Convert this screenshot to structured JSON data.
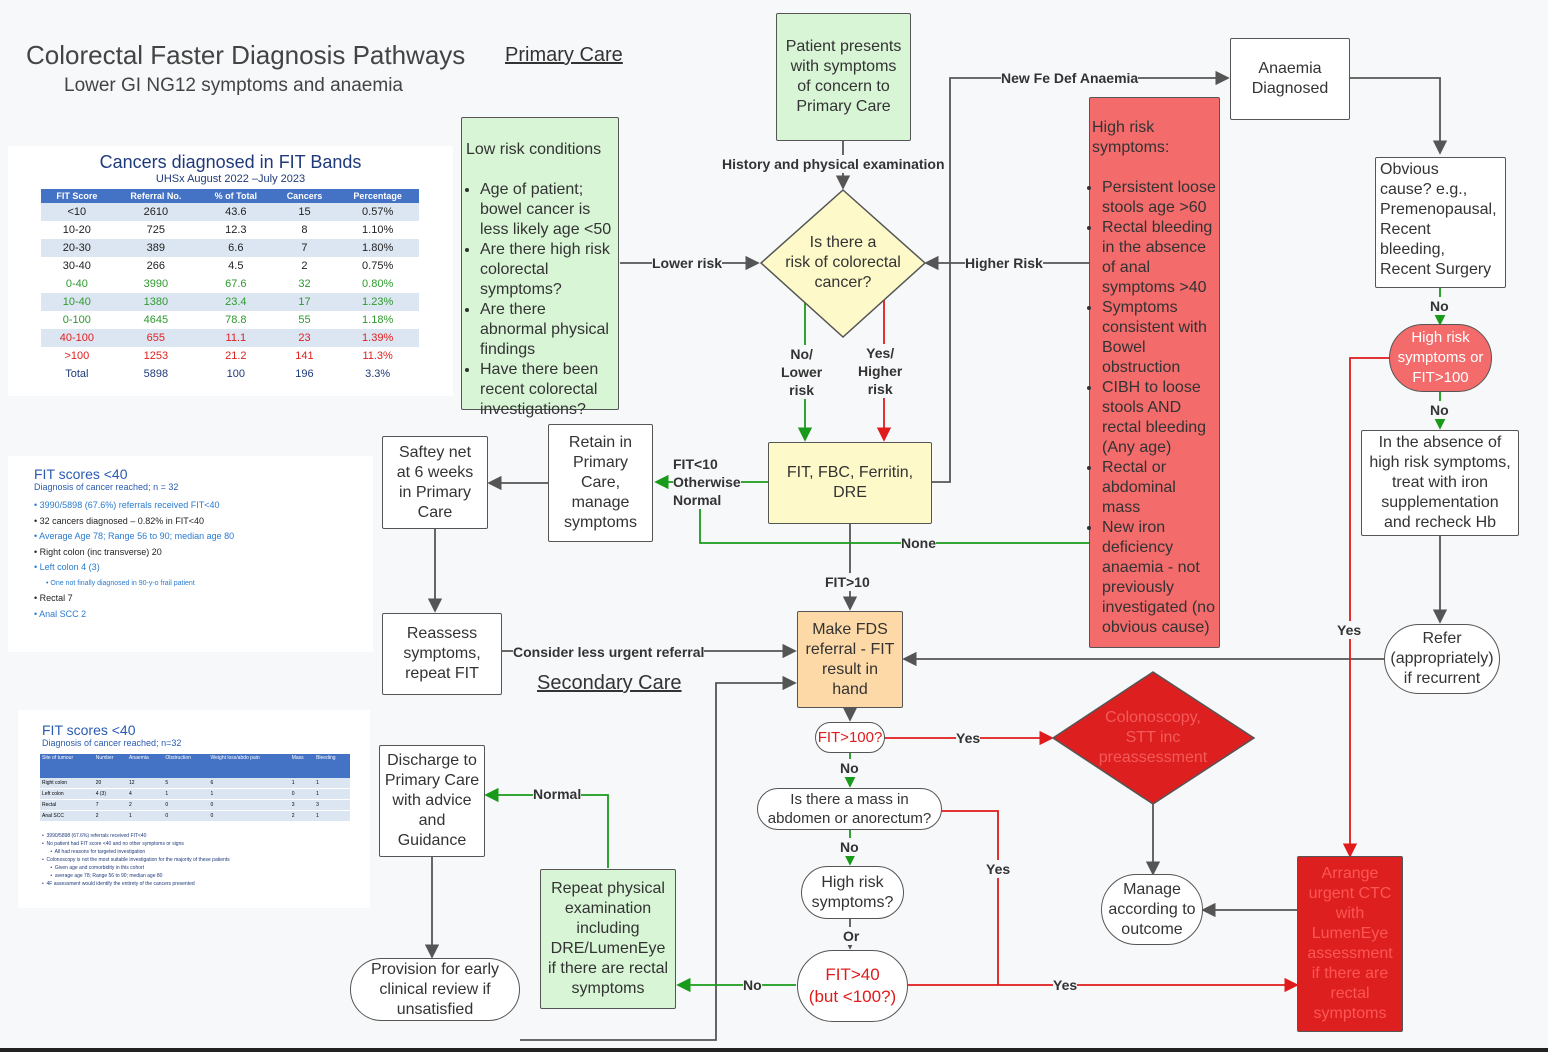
{
  "header": {
    "title": "Colorectal Faster Diagnosis Pathways",
    "subtitle": "Lower GI NG12 symptoms and anaemia",
    "primary_care": "Primary Care",
    "secondary_care": "Secondary Care"
  },
  "fit_table": {
    "title": "Cancers diagnosed in FIT Bands",
    "subtitle": "UHSx August 2022 –July 2023",
    "headers": [
      "FIT Score",
      "Referral No.",
      "% of Total",
      "Cancers",
      "Percentage"
    ],
    "rows": [
      {
        "cells": [
          "<10",
          "2610",
          "43.6",
          "15",
          "0.57%"
        ],
        "color": "#222222"
      },
      {
        "cells": [
          "10-20",
          "725",
          "12.3",
          "8",
          "1.10%"
        ],
        "color": "#222222"
      },
      {
        "cells": [
          "20-30",
          "389",
          "6.6",
          "7",
          "1.80%"
        ],
        "color": "#222222"
      },
      {
        "cells": [
          "30-40",
          "266",
          "4.5",
          "2",
          "0.75%"
        ],
        "color": "#222222"
      },
      {
        "cells": [
          "0-40",
          "3990",
          "67.6",
          "32",
          "0.80%"
        ],
        "color": "#2e9a2e"
      },
      {
        "cells": [
          "10-40",
          "1380",
          "23.4",
          "17",
          "1.23%"
        ],
        "color": "#2e9a2e"
      },
      {
        "cells": [
          "0-100",
          "4645",
          "78.8",
          "55",
          "1.18%"
        ],
        "color": "#2e9a2e"
      },
      {
        "cells": [
          "40-100",
          "655",
          "11.1",
          "23",
          "1.39%"
        ],
        "color": "#e02020"
      },
      {
        "cells": [
          ">100",
          "1253",
          "21.2",
          "141",
          "11.3%"
        ],
        "color": "#e02020"
      },
      {
        "cells": [
          "Total",
          "5898",
          "100",
          "196",
          "3.3%"
        ],
        "color": "#1f3a7a"
      }
    ]
  },
  "fit40_summary": {
    "title": "FIT scores <40",
    "subtitle": "Diagnosis of cancer reached; n = 32",
    "bullets": [
      {
        "text": "• 3990/5898 (67.6%) referrals received FIT<40",
        "dark": false,
        "indent": false
      },
      {
        "text": "• 32 cancers diagnosed – 0.82% in FIT<40",
        "dark": true,
        "indent": false
      },
      {
        "text": "• Average Age 78; Range 56 to 90; median age 80",
        "dark": false,
        "indent": false
      },
      {
        "text": "• Right colon (inc transverse) 20",
        "dark": true,
        "indent": false
      },
      {
        "text": "• Left colon 4 (3)",
        "dark": false,
        "indent": false
      },
      {
        "text": "• One not finally diagnosed in 90-y-o frail patient",
        "dark": false,
        "indent": true
      },
      {
        "text": "• Rectal 7",
        "dark": true,
        "indent": false
      },
      {
        "text": "• Anal SCC 2",
        "dark": false,
        "indent": false
      }
    ]
  },
  "fit40_table": {
    "title": "FIT scores <40",
    "subtitle": "Diagnosis of cancer reached; n=32",
    "headers": [
      "Site of tumour",
      "Number",
      "Anaemia",
      "Obstruction",
      "Weight loss/abdo pain",
      "Mass",
      "Bleeding"
    ],
    "rows": [
      [
        "Right colon",
        "20",
        "12",
        "5",
        "6",
        "1",
        "1"
      ],
      [
        "Left colon",
        "4 (3)",
        "4",
        "1",
        "1",
        "0",
        "1"
      ],
      [
        "Rectal",
        "7",
        "2",
        "0",
        "0",
        "3",
        "3"
      ],
      [
        "Anal SCC",
        "2",
        "1",
        "0",
        "0",
        "2",
        "1"
      ]
    ],
    "notes": [
      "•  3990/5898 (67.6%) referrals received FIT<40",
      "•  No patient had FIT score <40 and no other symptoms or signs",
      "      •  All had reasons for targeted investigation",
      "•  Colonoscopy is not the most suitable investigation for the majority of these patients",
      "      •  Given age and comorbidity in this cohort",
      "      •  average age 78; Range 56 to 90; median age 80",
      "•  4F assessment would identify the entirety of the cancers presented"
    ]
  },
  "nodes": {
    "patient_presents": "Patient presents\nwith symptoms\nof concern to\nPrimary Care",
    "history": "History and physical examination",
    "risk_question": "Is there a\nrisk of colorectal\ncancer?",
    "low_risk_title": "Low risk conditions",
    "low_risk_items": [
      "Age of patient; bowel cancer is less likely age <50",
      "Are there high risk colorectal symptoms?",
      "Are there abnormal physical findings",
      "Have there been recent colorectal investigations?"
    ],
    "high_risk_title": "High risk symptoms:",
    "high_risk_items": [
      "Persistent loose stools age >60",
      "Rectal bleeding in the absence of anal symptoms >40",
      "Symptoms consistent with Bowel obstruction",
      "CIBH to loose stools AND rectal bleeding (Any age)",
      "Rectal or abdominal mass",
      "New iron deficiency anaemia - not previously investigated (no obvious cause)"
    ],
    "anaemia": "Anaemia\nDiagnosed",
    "obvious_cause": "Obvious\ncause? e.g.,\nPremenopausal,\nRecent\nbleeding,\nRecent Surgery",
    "high_risk_fit": "High risk\nsymptoms or\nFIT>100",
    "absence": "In the absence of\nhigh risk symptoms,\ntreat with iron\nsupplementation\nand recheck Hb",
    "refer": "Refer\n(appropriately)\nif recurrent",
    "fit_fbc": "FIT, FBC, Ferritin,\nDRE",
    "retain": "Retain in\nPrimary\nCare,\nmanage\nsymptoms",
    "saftey": "Saftey net\nat 6 weeks\nin Primary\nCare",
    "reassess": "Reassess\nsymptoms,\nrepeat FIT",
    "make_fds": "Make FDS\nreferral - FIT\nresult in\nhand",
    "fit100": "FIT>100?",
    "colonoscopy": "Colonoscopy,\nSTT inc\npreassessment",
    "mass_q": "Is there a mass in\nabdomen or anorectum?",
    "high_risk_q": "High risk\nsymptoms?",
    "fit40": "FIT>40\n(but <100?)",
    "manage": "Manage\naccording to\noutcome",
    "arrange": "Arrange\nurgent CTC\nwith\nLumenEye\nassessment\nif there are\nrectal\nsymptoms",
    "discharge": "Discharge to\nPrimary Care\nwith advice\nand\nGuidance",
    "repeat": "Repeat physical\nexamination\nincluding\nDRE/LumenEye\nif there are rectal\nsymptoms",
    "provision": "Provision for early\nclinical review if\nunsatisfied"
  },
  "edge_labels": {
    "lower_risk": "Lower risk",
    "higher_risk": "Higher Risk",
    "new_fe": "New Fe Def Anaemia",
    "no_lower": "No/\nLower\nrisk",
    "yes_higher": "Yes/\nHigher\nrisk",
    "fit10": "FIT<10\nOtherwise\nNormal",
    "none": "None",
    "fit_gt10": "FIT>10",
    "consider": "Consider less urgent referral",
    "no1": "No",
    "no2": "No",
    "yes_red": "Yes",
    "yes1": "Yes",
    "no3": "No",
    "no4": "No",
    "yes2": "Yes",
    "or": "Or",
    "yes3": "Yes",
    "no5": "No",
    "normal": "Normal"
  }
}
